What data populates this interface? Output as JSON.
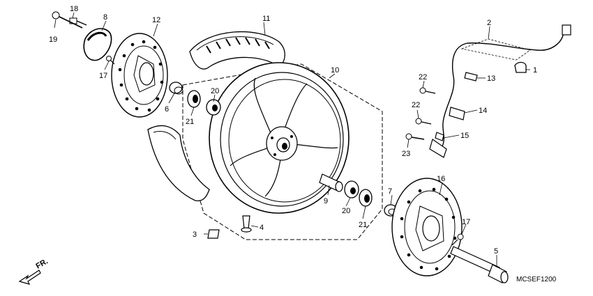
{
  "diagram": {
    "callouts": [
      {
        "id": "c1",
        "text": "1"
      },
      {
        "id": "c2",
        "text": "2"
      },
      {
        "id": "c3",
        "text": "3"
      },
      {
        "id": "c4",
        "text": "4"
      },
      {
        "id": "c5",
        "text": "5"
      },
      {
        "id": "c6",
        "text": "6"
      },
      {
        "id": "c7",
        "text": "7"
      },
      {
        "id": "c8",
        "text": "8"
      },
      {
        "id": "c9",
        "text": "9"
      },
      {
        "id": "c10",
        "text": "10"
      },
      {
        "id": "c11",
        "text": "11"
      },
      {
        "id": "c12",
        "text": "12"
      },
      {
        "id": "c13",
        "text": "13"
      },
      {
        "id": "c14",
        "text": "14"
      },
      {
        "id": "c15",
        "text": "15"
      },
      {
        "id": "c16",
        "text": "16"
      },
      {
        "id": "c17a",
        "text": "17"
      },
      {
        "id": "c17b",
        "text": "17"
      },
      {
        "id": "c18",
        "text": "18"
      },
      {
        "id": "c19",
        "text": "19"
      },
      {
        "id": "c20a",
        "text": "20"
      },
      {
        "id": "c20b",
        "text": "20"
      },
      {
        "id": "c21a",
        "text": "21"
      },
      {
        "id": "c21b",
        "text": "21"
      },
      {
        "id": "c22a",
        "text": "22"
      },
      {
        "id": "c22b",
        "text": "22"
      },
      {
        "id": "c23",
        "text": "23"
      }
    ],
    "direction_label": "FR.",
    "diagram_code": "MCSEF1200"
  }
}
